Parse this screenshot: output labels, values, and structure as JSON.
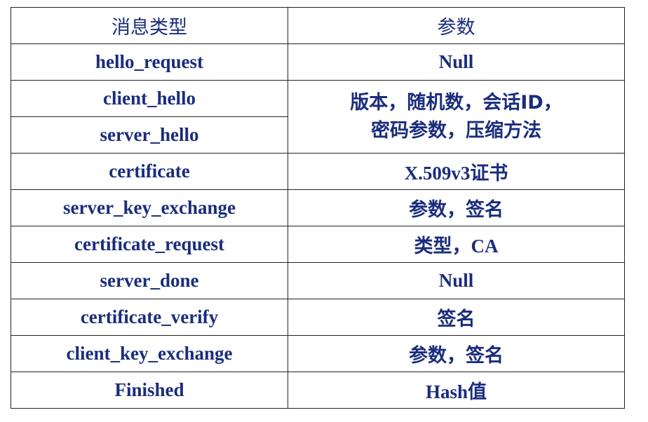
{
  "table": {
    "headers": [
      "消息类型",
      "参数"
    ],
    "rows": [
      {
        "type": "hello_request",
        "param": "Null"
      },
      {
        "type": "client_hello",
        "param_line1": "版本，随机数，会话ID，",
        "param_line2": "密码参数，压缩方法"
      },
      {
        "type": "server_hello"
      },
      {
        "type": "certificate",
        "param": "X.509v3证书"
      },
      {
        "type": "server_key_exchange",
        "param": "参数，签名"
      },
      {
        "type": "certificate_request",
        "param": "类型，CA"
      },
      {
        "type": "server_done",
        "param": "Null"
      },
      {
        "type": "certificate_verify",
        "param": "签名"
      },
      {
        "type": "client_key_exchange",
        "param": "参数，签名"
      },
      {
        "type": "Finished",
        "param": "Hash值"
      }
    ]
  }
}
